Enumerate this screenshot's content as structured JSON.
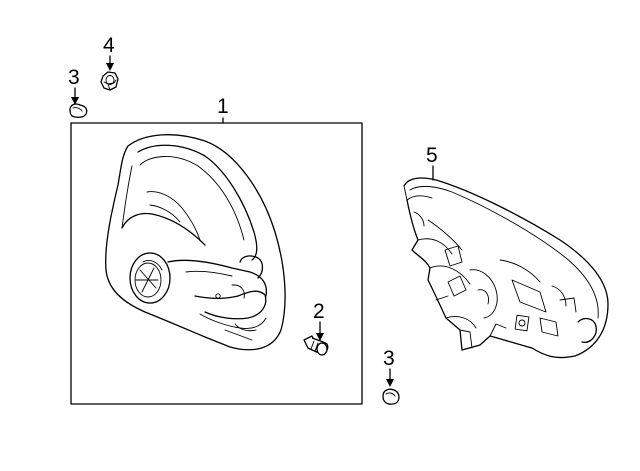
{
  "callouts": {
    "part_1": "1",
    "part_2": "2",
    "part_3_upper": "3",
    "part_3_lower": "3",
    "part_4": "4",
    "part_5": "5"
  }
}
